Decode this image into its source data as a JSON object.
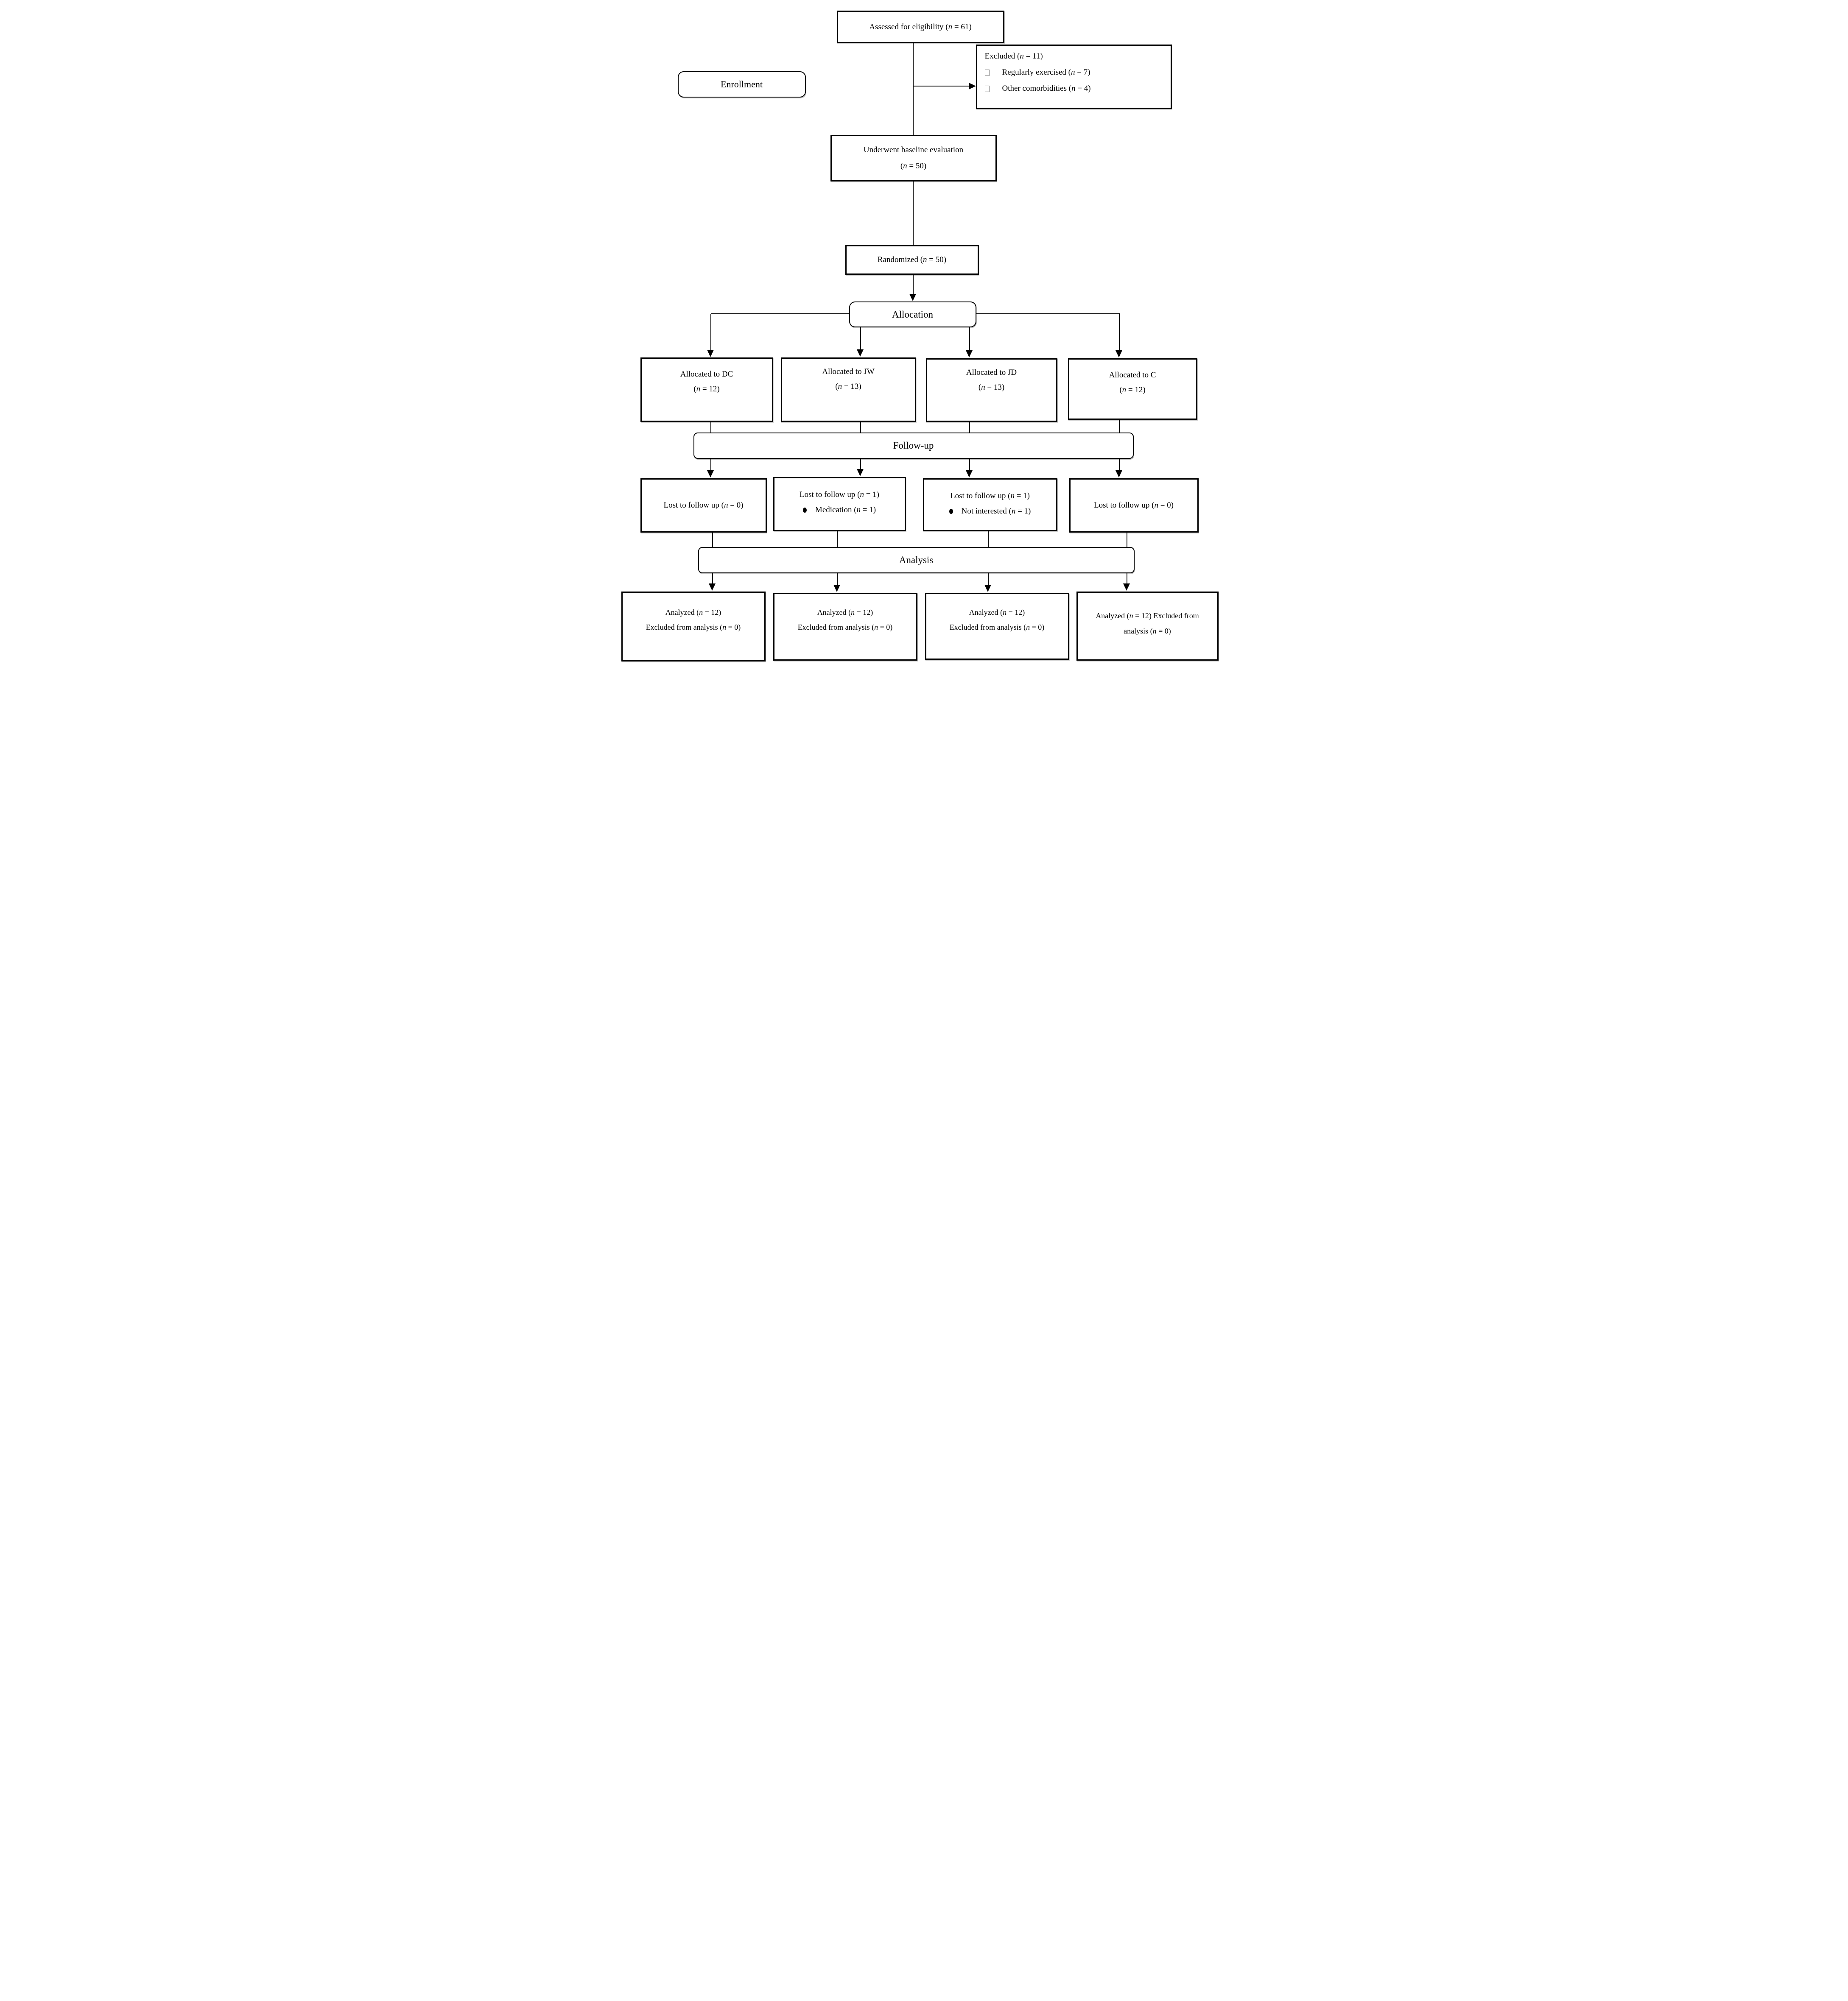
{
  "diagram": {
    "enrollment_label": "Enrollment",
    "allocation_label": "Allocation",
    "followup_label": "Follow-up",
    "analysis_label": "Analysis",
    "assessed": "Assessed for eligibility (n = 61)",
    "excluded": {
      "title": "Excluded (n = 11)",
      "items": [
        "Regularly exercised (n = 7)",
        "Other comorbidities (n = 4)"
      ]
    },
    "baseline": {
      "line1": "Underwent baseline evaluation",
      "line2": "(n = 50)"
    },
    "randomized": "Randomized (n = 50)",
    "arms": [
      {
        "allocated_line1": "Allocated to DC",
        "allocated_line2": "(n = 12)",
        "lost_title": "Lost to follow up (n = 0)",
        "lost_items": [],
        "analysis_lines": [
          "Analyzed (n = 12)",
          "Excluded from analysis (n = 0)"
        ]
      },
      {
        "allocated_line1": "Allocated to JW",
        "allocated_line2": "(n = 13)",
        "lost_title": "Lost to follow up (n = 1)",
        "lost_items": [
          "Medication (n = 1)"
        ],
        "analysis_lines": [
          "Analyzed (n = 12)",
          "Excluded from analysis (n = 0)"
        ]
      },
      {
        "allocated_line1": "Allocated to JD",
        "allocated_line2": "(n = 13)",
        "lost_title": "Lost to follow up (n = 1)",
        "lost_items": [
          "Not interested (n = 1)"
        ],
        "analysis_lines": [
          "Analyzed (n = 12)",
          "Excluded from analysis (n = 0)"
        ]
      },
      {
        "allocated_line1": "Allocated to C",
        "allocated_line2": "(n = 12)",
        "lost_title": "Lost to follow up (n = 0)",
        "lost_items": [],
        "analysis_text": "Analyzed (n = 12)  Excluded from analysis (n = 0)"
      }
    ]
  }
}
